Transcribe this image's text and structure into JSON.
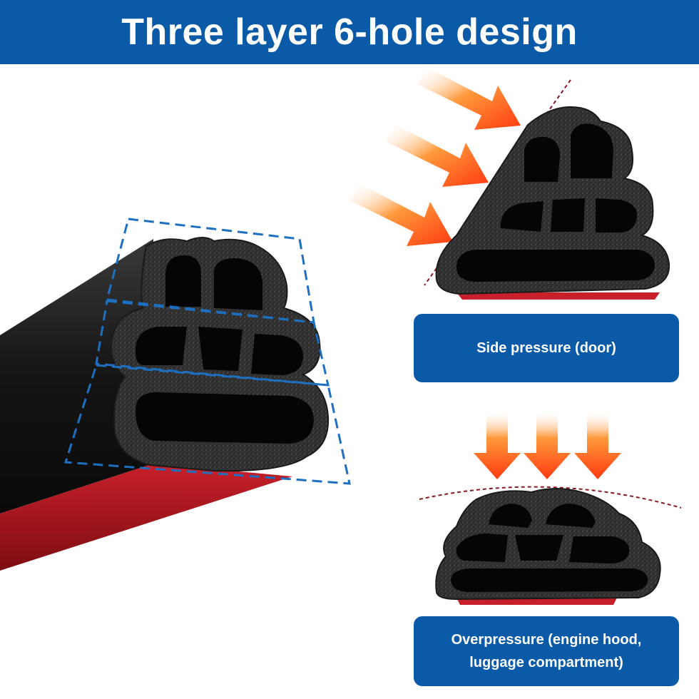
{
  "title": "Three layer 6-hole design",
  "captions": {
    "side": "Side pressure (door)",
    "over_line1": "Overpressure (engine hood,",
    "over_line2": "luggage compartment)"
  },
  "colors": {
    "brand_blue": "#0b5aa8",
    "foam": "#2b2b2b",
    "adhesive_red": "#b0161b",
    "arrow_orange": "#ff5a14",
    "guide_dash": "#1e6fbf"
  }
}
